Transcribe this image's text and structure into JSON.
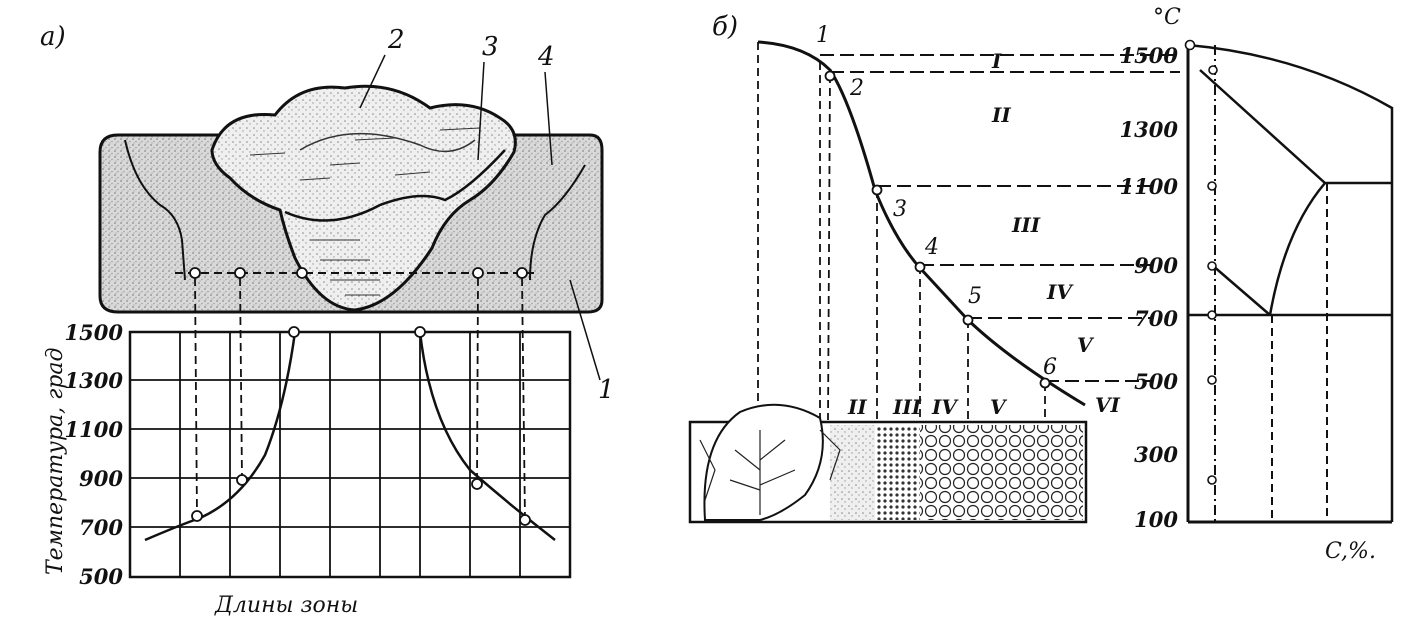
{
  "panel_a": {
    "label": "а)",
    "weld_layer_labels": [
      "2",
      "3",
      "4",
      "1"
    ],
    "y_axis_title": "Температура, град",
    "x_axis_title": "Длины зоны",
    "y_ticks": [
      "1500",
      "1300",
      "1100",
      "900",
      "700",
      "500"
    ]
  },
  "panel_b": {
    "label": "б)",
    "curve_point_labels": [
      "1",
      "2",
      "3",
      "4",
      "5",
      "6"
    ],
    "zone_labels": [
      "I",
      "II",
      "III",
      "IV",
      "V",
      "VI"
    ],
    "micro_zone_labels": [
      "II",
      "III",
      "IV",
      "V"
    ],
    "temperature_unit": "°C",
    "temperature_ticks": [
      "1500",
      "1300",
      "1100",
      "900",
      "700",
      "500",
      "300",
      "100"
    ],
    "x_axis_title": "C,%."
  },
  "colors": {
    "ink": "#111111",
    "paper": "#ffffff",
    "stipple": "#bdbdbd"
  }
}
